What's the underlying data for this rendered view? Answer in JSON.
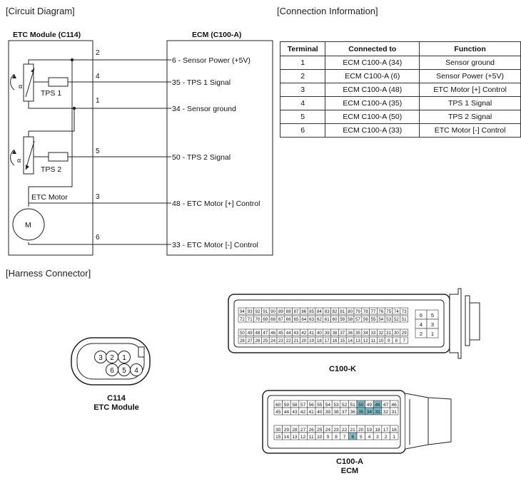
{
  "sections": {
    "circuit": "[Circuit Diagram]",
    "connection": "[Connection Information]",
    "harness": "[Harness Connector]"
  },
  "circuit": {
    "etc_module_title": "ETC Module (C114)",
    "ecm_title": "ECM (C100-A)",
    "tps1": "TPS 1",
    "tps2": "TPS 2",
    "alpha": "α",
    "etc_motor": "ETC Motor",
    "motor_symbol": "M",
    "pins": [
      "2",
      "4",
      "1",
      "5",
      "3",
      "6"
    ],
    "ecm_labels": [
      "6 - Sensor Power (+5V)",
      "35 - TPS 1 Signal",
      "34 - Sensor ground",
      "50 - TPS 2 Signal",
      "48 - ETC Motor [+] Control",
      "33 - ETC Motor [-] Control"
    ]
  },
  "table": {
    "headers": [
      "Terminal",
      "Connected to",
      "Function"
    ],
    "rows": [
      [
        "1",
        "ECM C100-A (34)",
        "Sensor ground"
      ],
      [
        "2",
        "ECM C100-A (6)",
        "Sensor Power (+5V)"
      ],
      [
        "3",
        "ECM C100-A (48)",
        "ETC Motor [+] Control"
      ],
      [
        "4",
        "ECM C100-A (35)",
        "TPS 1 Signal"
      ],
      [
        "5",
        "ECM C100-A (50)",
        "TPS 2 Signal"
      ],
      [
        "6",
        "ECM C100-A (33)",
        "ETC Motor [-] Control"
      ]
    ]
  },
  "harness": {
    "c114_pins_top": [
      "3",
      "2",
      "1"
    ],
    "c114_pins_bottom": [
      "6",
      "5",
      "4"
    ],
    "c114_name": "C114",
    "c114_desc": "ETC Module",
    "c100k_name": "C100-K",
    "c100a_name": "C100-A",
    "c100a_desc": "ECM",
    "c100k_rows": [
      [
        "94",
        "93",
        "92",
        "91",
        "90",
        "89",
        "88",
        "87",
        "86",
        "85",
        "84",
        "83",
        "82",
        "81",
        "80",
        "79",
        "78",
        "77",
        "76",
        "75",
        "74",
        "73"
      ],
      [
        "72",
        "71",
        "70",
        "69",
        "68",
        "67",
        "66",
        "65",
        "64",
        "63",
        "62",
        "61",
        "60",
        "59",
        "58",
        "57",
        "56",
        "55",
        "54",
        "53",
        "52",
        "51"
      ],
      [
        "50",
        "49",
        "48",
        "47",
        "46",
        "45",
        "44",
        "43",
        "42",
        "41",
        "40",
        "39",
        "38",
        "37",
        "36",
        "35",
        "34",
        "33",
        "32",
        "31",
        "30",
        "29"
      ],
      [
        "28",
        "27",
        "26",
        "25",
        "24",
        "23",
        "22",
        "21",
        "20",
        "19",
        "18",
        "17",
        "16",
        "15",
        "14",
        "13",
        "12",
        "11",
        "10",
        "9",
        "8",
        "7"
      ]
    ],
    "c100k_side": [
      [
        "6",
        "5"
      ],
      [
        "4",
        "3"
      ],
      [
        "2",
        "1"
      ]
    ],
    "c100a_rows": [
      [
        "60",
        "59",
        "58",
        "57",
        "56",
        "55",
        "54",
        "53",
        "52",
        "51",
        "50",
        "49",
        "48",
        "47",
        "46"
      ],
      [
        "45",
        "44",
        "43",
        "42",
        "41",
        "40",
        "39",
        "38",
        "37",
        "36",
        "35",
        "34",
        "33",
        "32",
        "31"
      ],
      [
        "30",
        "29",
        "28",
        "27",
        "26",
        "25",
        "24",
        "23",
        "22",
        "21",
        "20",
        "19",
        "18",
        "17",
        "16"
      ],
      [
        "15",
        "14",
        "13",
        "12",
        "11",
        "10",
        "9",
        "8",
        "7",
        "6",
        "5",
        "4",
        "3",
        "2",
        "1"
      ]
    ],
    "highlight_pins": [
      "50",
      "48",
      "35",
      "34",
      "33",
      "6"
    ],
    "highlight_color": "#7fb8c4"
  }
}
